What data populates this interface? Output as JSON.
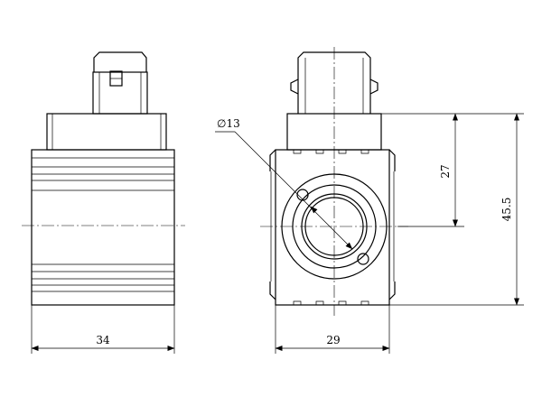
{
  "dimensions": {
    "left_width": "34",
    "right_width": "29",
    "height_inner": "27",
    "height_total": "45.5",
    "diameter": "∅13"
  }
}
